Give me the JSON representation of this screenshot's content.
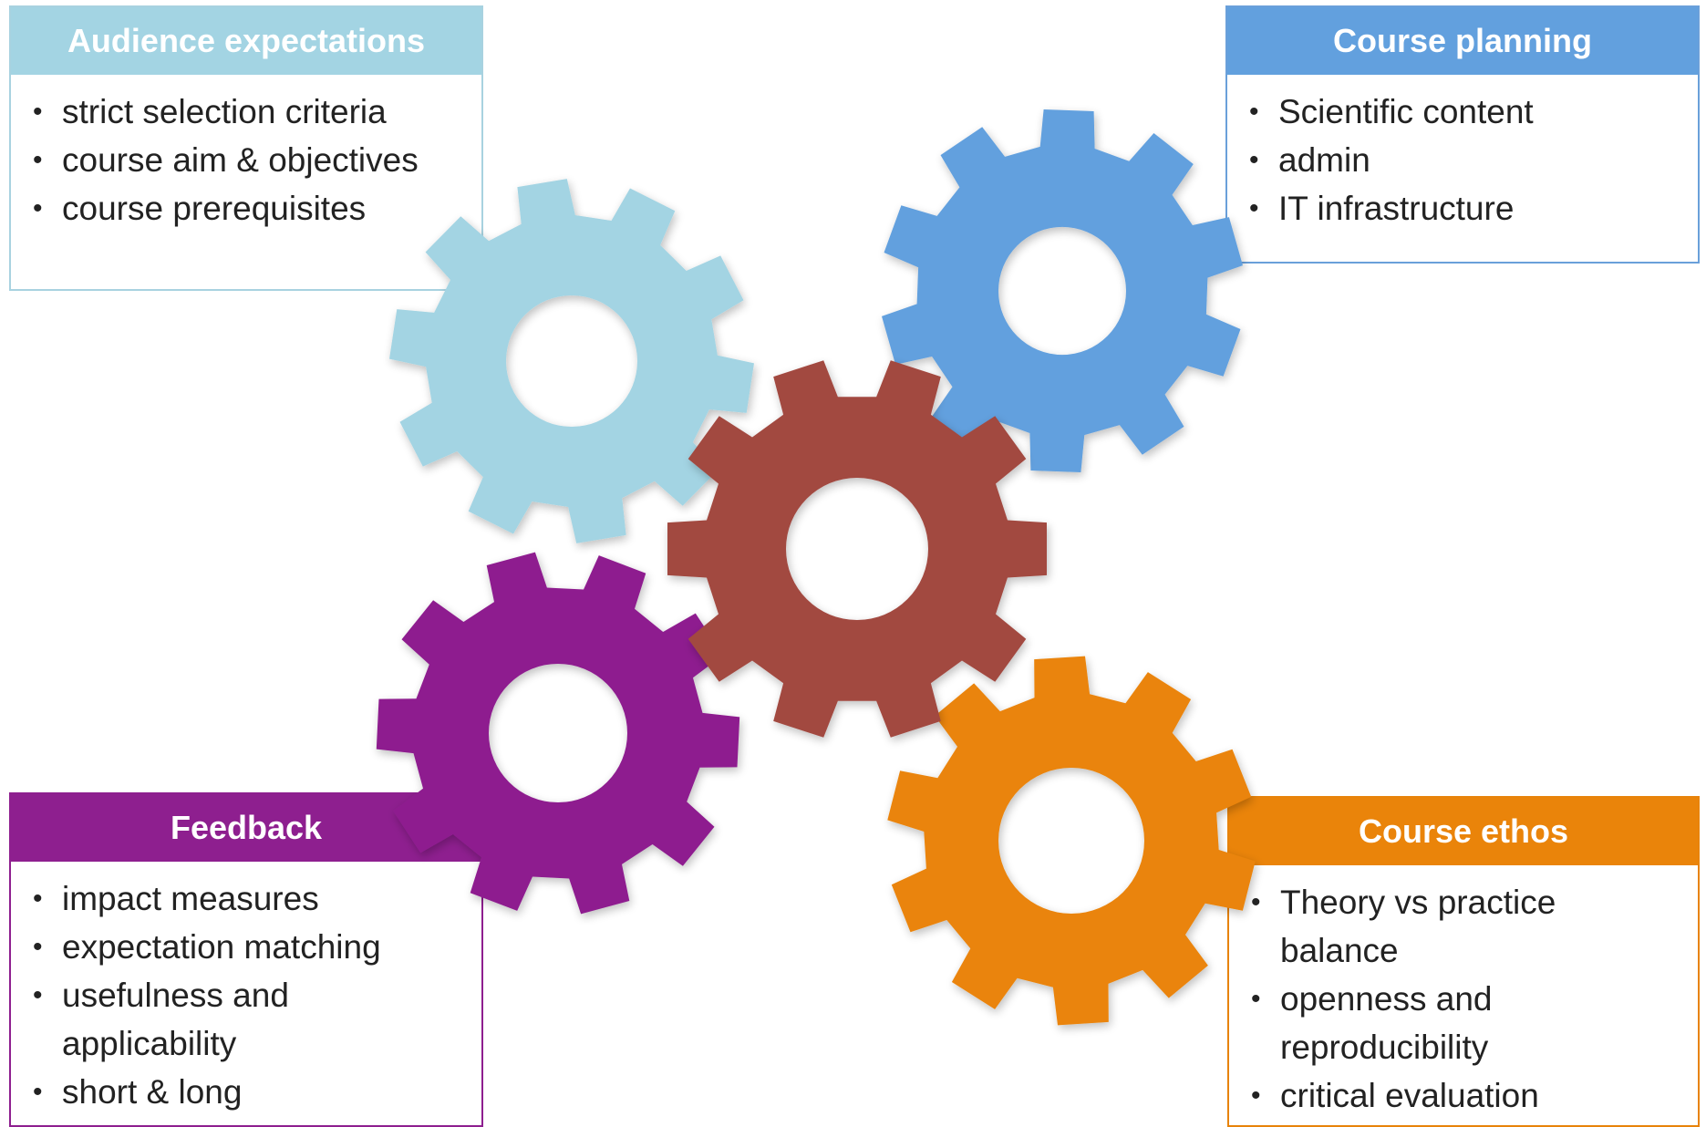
{
  "panels": {
    "audience": {
      "title": "Audience expectations",
      "color": "#a3d4e3",
      "items": [
        "strict selection criteria",
        "course aim & objectives",
        "course prerequisites"
      ]
    },
    "planning": {
      "title": "Course planning",
      "color": "#62a0de",
      "items": [
        "Scientific content",
        "admin",
        "IT infrastructure"
      ]
    },
    "feedback": {
      "title": "Feedback",
      "color": "#8e1f8f",
      "items": [
        "impact measures",
        "expectation matching",
        "usefulness and applicability",
        "short & long"
      ]
    },
    "ethos": {
      "title": "Course ethos",
      "color": "#ea840a",
      "items": [
        "Theory vs practice balance",
        "openness and reproducibility",
        "critical evaluation"
      ]
    }
  },
  "gears": {
    "audience": {
      "color": "#a3d4e3"
    },
    "planning": {
      "color": "#62a0de"
    },
    "center": {
      "color": "#a24840"
    },
    "feedback": {
      "color": "#8e1f8f"
    },
    "ethos": {
      "color": "#ea840a"
    }
  }
}
